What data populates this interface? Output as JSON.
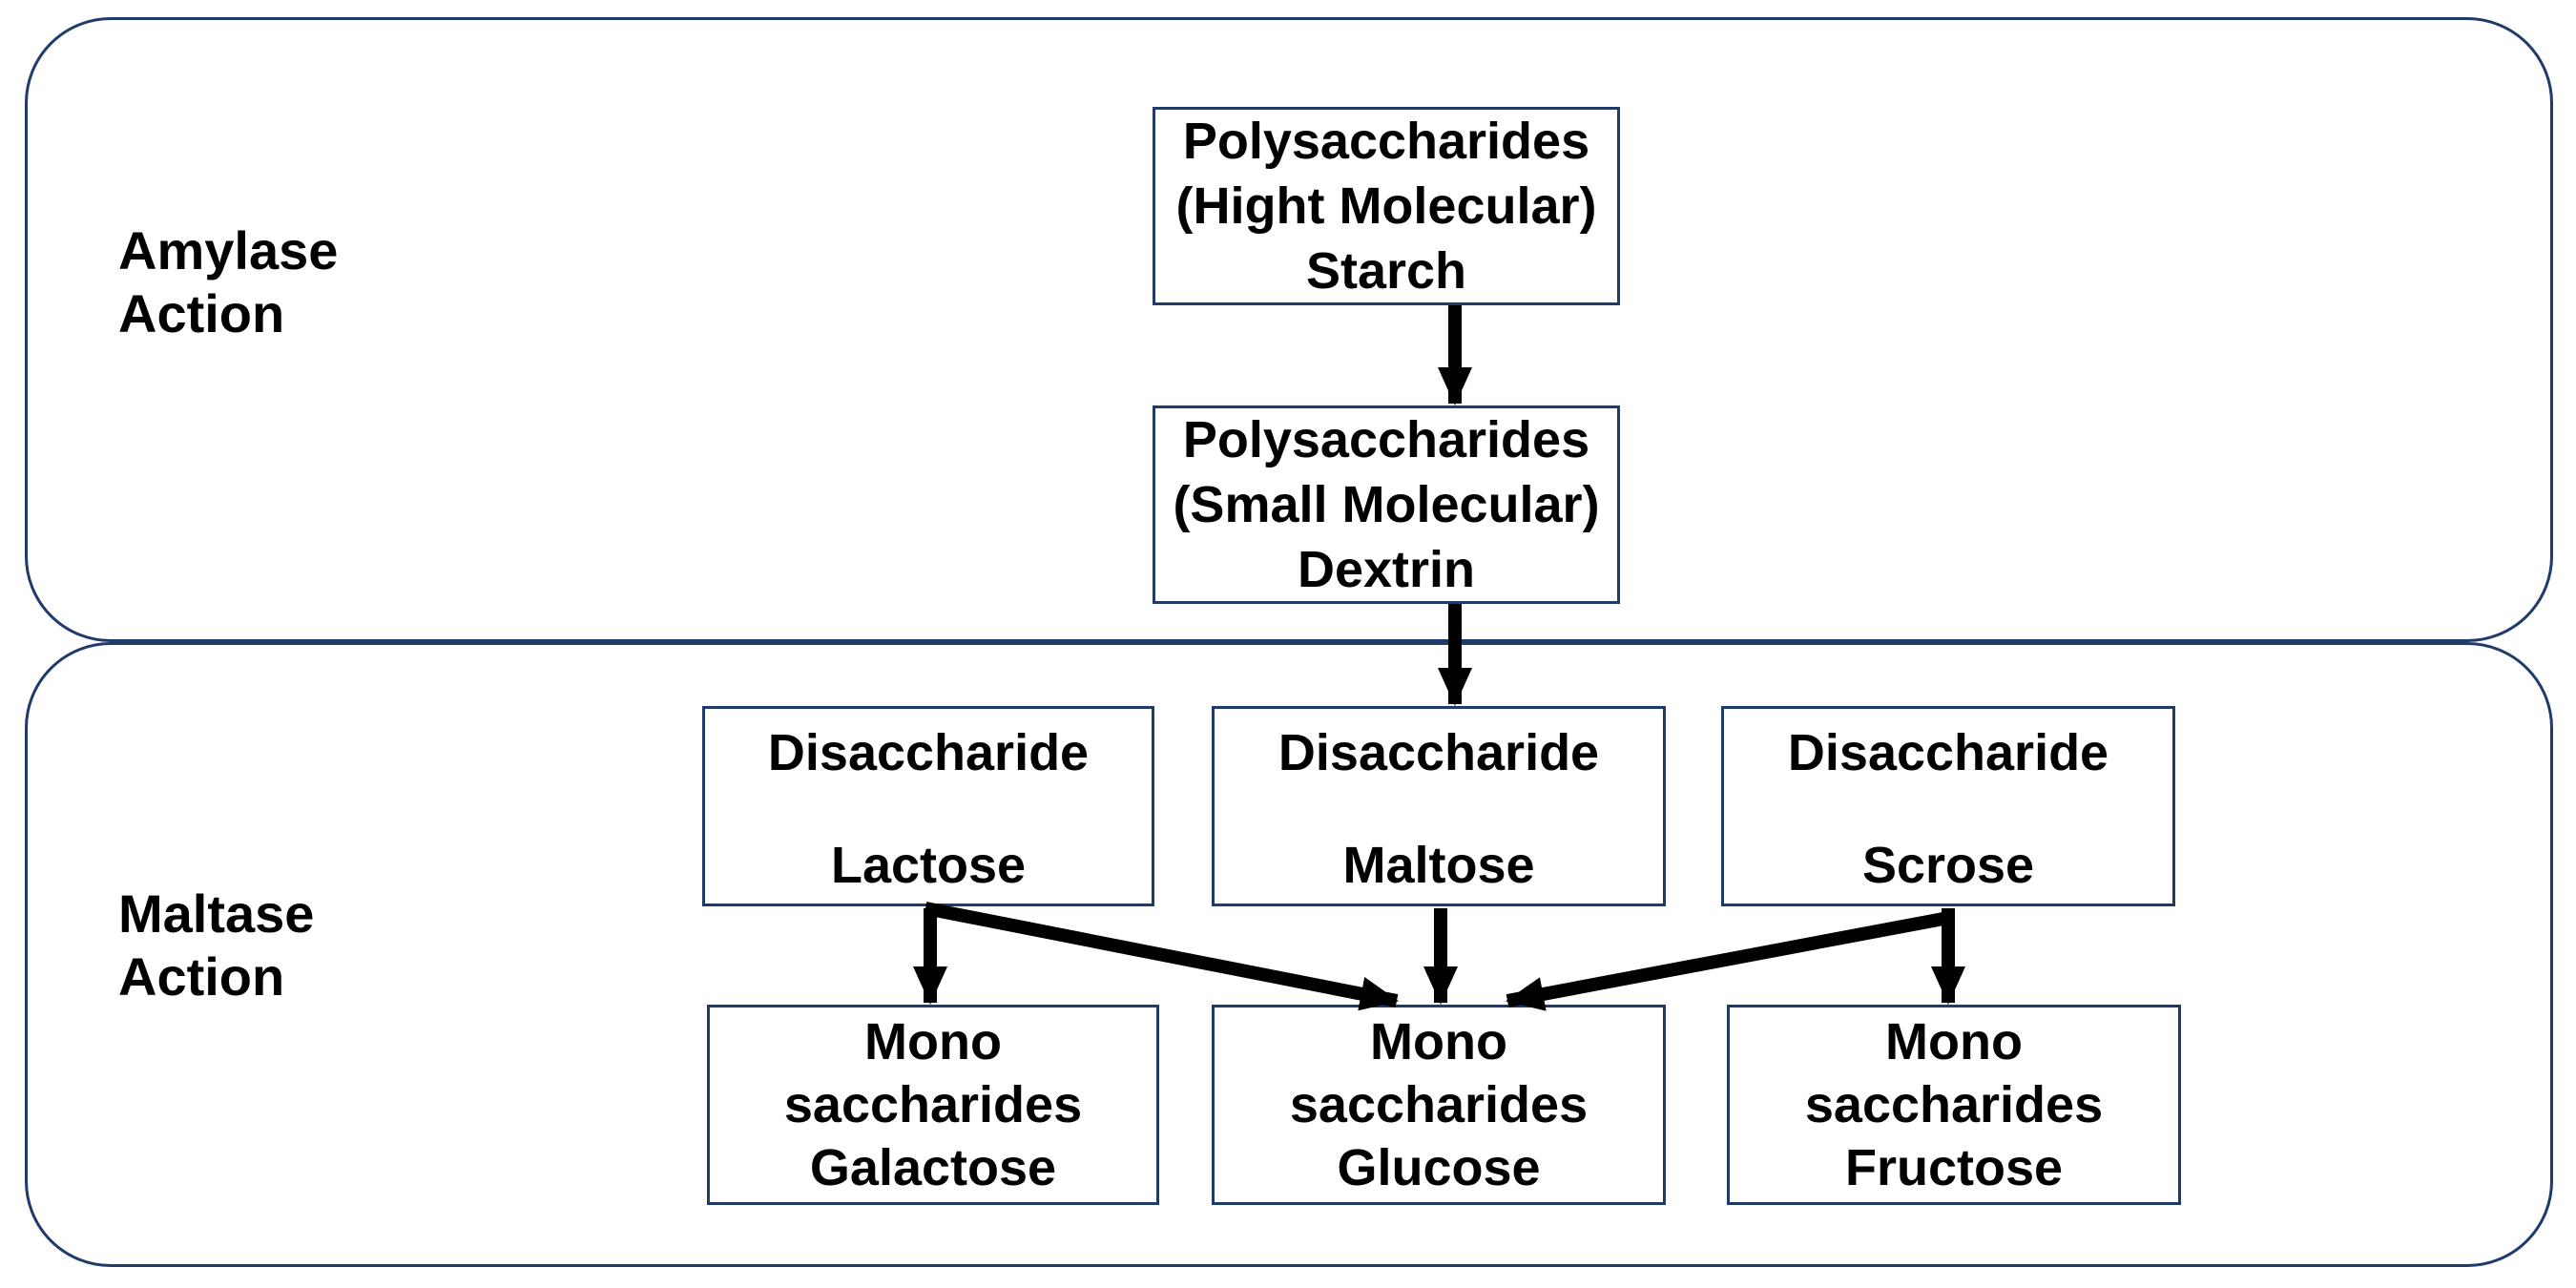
{
  "panels": {
    "amylase_label": "Amylase\nAction",
    "maltase_label": "Maltase\nAction"
  },
  "boxes": {
    "starch": {
      "line1": "Polysaccharides",
      "line2": "(Hight Molecular)",
      "line3": "Starch"
    },
    "dextrin": {
      "line1": "Polysaccharides",
      "line2": "(Small Molecular)",
      "line3": "Dextrin"
    },
    "lactose": {
      "line1": "Disaccharide",
      "line2": "Lactose"
    },
    "maltose": {
      "line1": "Disaccharide",
      "line2": "Maltose"
    },
    "scrose": {
      "line1": "Disaccharide",
      "line2": "Scrose"
    },
    "galactose": {
      "line1": "Mono",
      "line2": "saccharides",
      "line3": "Galactose"
    },
    "glucose": {
      "line1": "Mono",
      "line2": "saccharides",
      "line3": "Glucose"
    },
    "fructose": {
      "line1": "Mono",
      "line2": "saccharides",
      "line3": "Fructose"
    }
  },
  "colors": {
    "border": "#1f3a6b",
    "arrow": "#000000",
    "text": "#000000"
  }
}
